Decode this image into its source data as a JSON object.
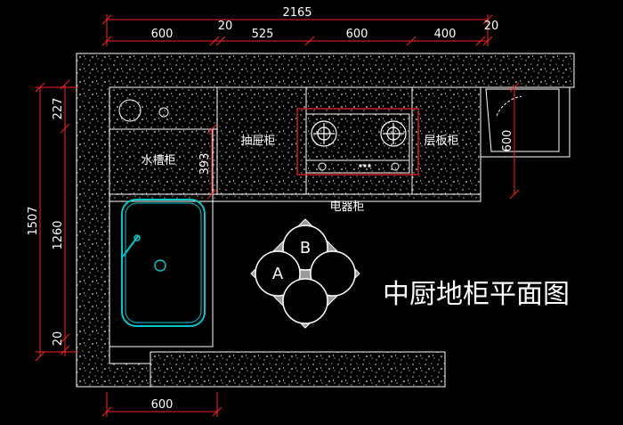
{
  "drawing": {
    "title": "中厨地柜平面图",
    "colors": {
      "background": "#000000",
      "dimension_line": "#ff2020",
      "outline": "#ffffff",
      "counter_speckle": "#d9d9d9",
      "sink": "#00c8c8",
      "stove_frame": "#d02020",
      "legend_fill": "#9a9a9a"
    }
  },
  "dimensions": {
    "top_total": "2165",
    "top_seg1": "600",
    "top_seg2": "20",
    "top_seg3": "525",
    "top_seg4": "600",
    "top_seg5": "400",
    "top_seg6": "20",
    "left_total": "1507",
    "left_upper": "227",
    "left_mid": "1260",
    "left_lower": "20",
    "inner_393": "393",
    "right_600": "600",
    "bottom_600": "600"
  },
  "labels": {
    "sink_cabinet": "水槽柜",
    "drawer_cabinet": "抽屉柜",
    "shelf_cabinet": "层板柜",
    "appliance_cabinet": "电器柜"
  },
  "legend": {
    "a": "A",
    "b": "B"
  }
}
